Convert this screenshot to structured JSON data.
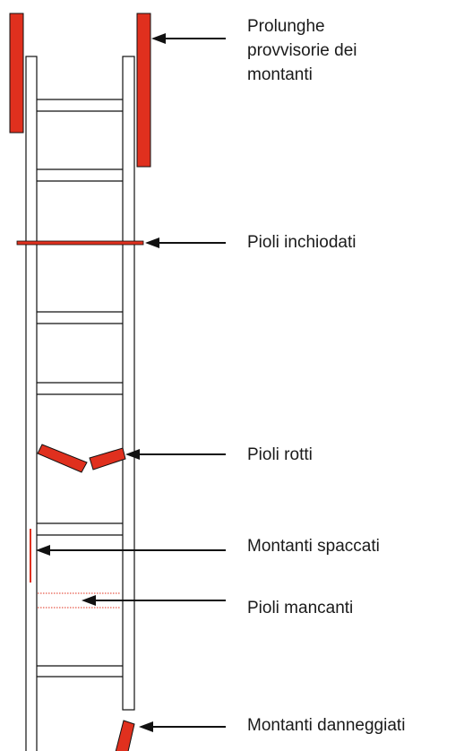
{
  "labels": {
    "extensions": [
      "Prolunghe",
      "provvisorie dei",
      "montanti"
    ],
    "nailed_rungs": "Pioli inchiodati",
    "broken_rungs": "Pioli rotti",
    "split_rails": "Montanti spaccati",
    "missing_rungs": "Pioli mancanti",
    "damaged_rails": "Montanti danneggiati"
  },
  "colors": {
    "defect": "#e0301e",
    "line": "#111111",
    "background": "#ffffff"
  }
}
